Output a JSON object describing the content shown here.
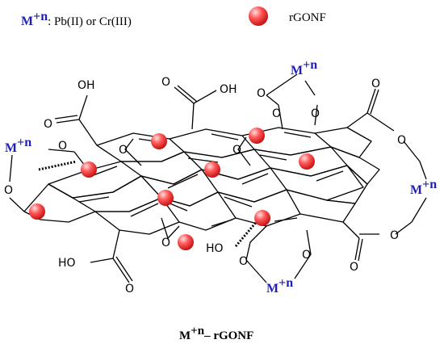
{
  "legend": {
    "metal_symbol": "M",
    "metal_charge": "+n",
    "metal_desc": ": Pb(II) or Cr(III)",
    "particle_label": "rGONF"
  },
  "metal_label": {
    "symbol": "M",
    "charge": "+n"
  },
  "atoms": {
    "oxygen": "O",
    "hydroxyl": "OH",
    "hydroxyl_left": "HO"
  },
  "caption": {
    "symbol": "M",
    "charge": "+n",
    "text": "– rGONF"
  },
  "colors": {
    "metal": "#1f1fb4",
    "particle_fill": "#ff4d4d",
    "particle_highlight": "#ffd0d0",
    "bond": "#000000"
  }
}
